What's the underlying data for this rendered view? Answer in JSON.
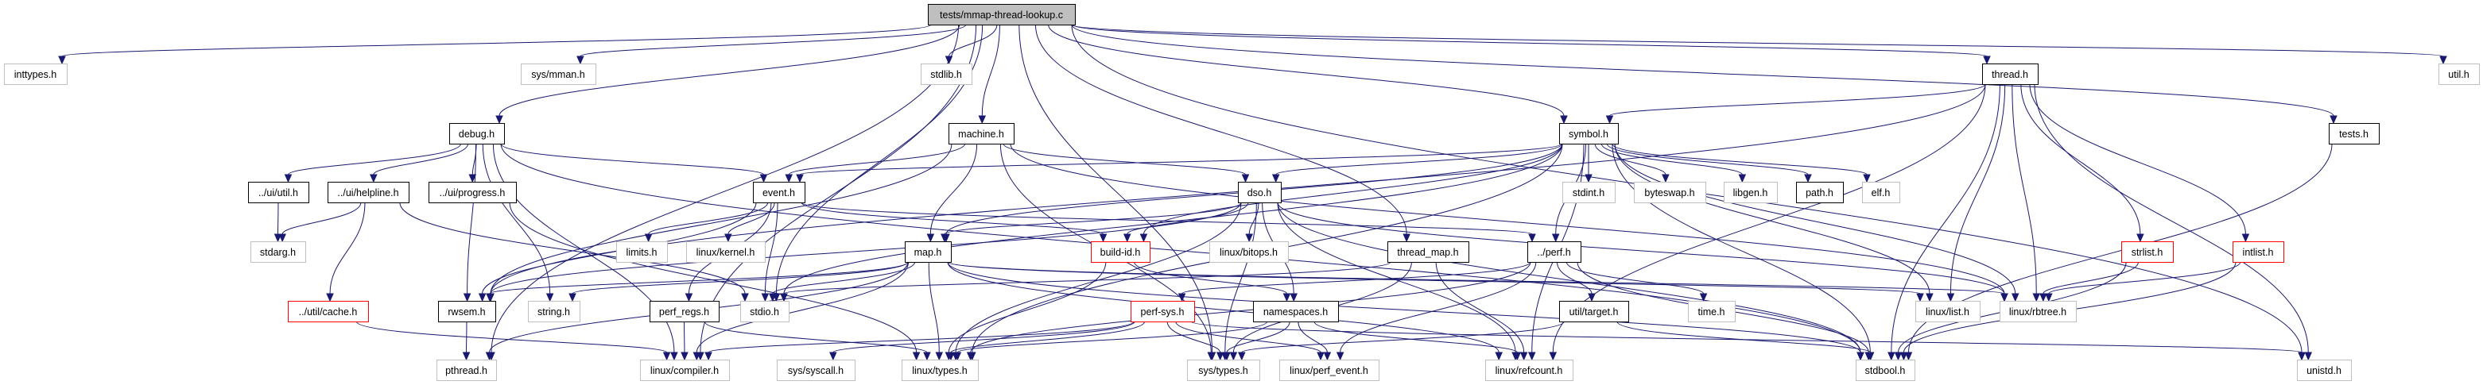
{
  "graph": {
    "title": "tests/mmap-thread-lookup.c",
    "type": "include-dependency-graph",
    "colors": {
      "edge": "#191970",
      "root_fill": "#bfbfbf",
      "root_border": "#000000",
      "documented_border": "#000000",
      "undocumented_border": "#bfbfbf",
      "truncated_border": "#ff0000",
      "node_fill": "#ffffff"
    },
    "nodes": [
      {
        "id": "root",
        "label": "tests/mmap-thread-lookup.c",
        "kind": "root"
      },
      {
        "id": "inttypes",
        "label": "inttypes.h",
        "kind": "system"
      },
      {
        "id": "sys_mman",
        "label": "sys/mman.h",
        "kind": "system"
      },
      {
        "id": "stdlib",
        "label": "stdlib.h",
        "kind": "system"
      },
      {
        "id": "thread",
        "label": "thread.h",
        "kind": "documented"
      },
      {
        "id": "util",
        "label": "util.h",
        "kind": "system"
      },
      {
        "id": "debug",
        "label": "debug.h",
        "kind": "documented"
      },
      {
        "id": "machine",
        "label": "machine.h",
        "kind": "documented"
      },
      {
        "id": "symbol",
        "label": "symbol.h",
        "kind": "documented"
      },
      {
        "id": "tests",
        "label": "tests.h",
        "kind": "documented"
      },
      {
        "id": "ui_util",
        "label": "../ui/util.h",
        "kind": "documented"
      },
      {
        "id": "ui_helpline",
        "label": "../ui/helpline.h",
        "kind": "documented"
      },
      {
        "id": "ui_progress",
        "label": "../ui/progress.h",
        "kind": "documented"
      },
      {
        "id": "event",
        "label": "event.h",
        "kind": "documented"
      },
      {
        "id": "dso",
        "label": "dso.h",
        "kind": "documented"
      },
      {
        "id": "stdint",
        "label": "stdint.h",
        "kind": "system"
      },
      {
        "id": "byteswap",
        "label": "byteswap.h",
        "kind": "system"
      },
      {
        "id": "libgen",
        "label": "libgen.h",
        "kind": "system"
      },
      {
        "id": "path",
        "label": "path.h",
        "kind": "documented"
      },
      {
        "id": "elf",
        "label": "elf.h",
        "kind": "system"
      },
      {
        "id": "stdarg",
        "label": "stdarg.h",
        "kind": "system"
      },
      {
        "id": "limits",
        "label": "limits.h",
        "kind": "system"
      },
      {
        "id": "linux_kernel",
        "label": "linux/kernel.h",
        "kind": "system"
      },
      {
        "id": "map",
        "label": "map.h",
        "kind": "documented"
      },
      {
        "id": "build_id",
        "label": "build-id.h",
        "kind": "truncated"
      },
      {
        "id": "linux_bitops",
        "label": "linux/bitops.h",
        "kind": "system"
      },
      {
        "id": "thread_map",
        "label": "thread_map.h",
        "kind": "documented"
      },
      {
        "id": "perf",
        "label": "../perf.h",
        "kind": "documented"
      },
      {
        "id": "util_cache",
        "label": "../util/cache.h",
        "kind": "truncated"
      },
      {
        "id": "rwsem",
        "label": "rwsem.h",
        "kind": "documented"
      },
      {
        "id": "string",
        "label": "string.h",
        "kind": "system"
      },
      {
        "id": "perf_regs",
        "label": "perf_regs.h",
        "kind": "documented"
      },
      {
        "id": "stdio",
        "label": "stdio.h",
        "kind": "system"
      },
      {
        "id": "perf_sys",
        "label": "perf-sys.h",
        "kind": "truncated"
      },
      {
        "id": "namespaces",
        "label": "namespaces.h",
        "kind": "documented"
      },
      {
        "id": "util_target",
        "label": "util/target.h",
        "kind": "documented"
      },
      {
        "id": "time",
        "label": "time.h",
        "kind": "system"
      },
      {
        "id": "linux_list",
        "label": "linux/list.h",
        "kind": "system"
      },
      {
        "id": "linux_rbtree",
        "label": "linux/rbtree.h",
        "kind": "system"
      },
      {
        "id": "strlist",
        "label": "strlist.h",
        "kind": "truncated"
      },
      {
        "id": "intlist",
        "label": "intlist.h",
        "kind": "truncated"
      },
      {
        "id": "pthread",
        "label": "pthread.h",
        "kind": "system"
      },
      {
        "id": "linux_compiler",
        "label": "linux/compiler.h",
        "kind": "system"
      },
      {
        "id": "sys_syscall",
        "label": "sys/syscall.h",
        "kind": "system"
      },
      {
        "id": "linux_types",
        "label": "linux/types.h",
        "kind": "system"
      },
      {
        "id": "sys_types",
        "label": "sys/types.h",
        "kind": "system"
      },
      {
        "id": "linux_perf_event",
        "label": "linux/perf_event.h",
        "kind": "system"
      },
      {
        "id": "linux_refcount",
        "label": "linux/refcount.h",
        "kind": "system"
      },
      {
        "id": "stdbool",
        "label": "stdbool.h",
        "kind": "system"
      },
      {
        "id": "unistd",
        "label": "unistd.h",
        "kind": "system"
      }
    ],
    "edges": [
      [
        "root",
        "inttypes"
      ],
      [
        "root",
        "sys_mman"
      ],
      [
        "root",
        "stdlib"
      ],
      [
        "root",
        "thread"
      ],
      [
        "root",
        "util"
      ],
      [
        "root",
        "debug"
      ],
      [
        "root",
        "machine"
      ],
      [
        "root",
        "symbol"
      ],
      [
        "root",
        "tests"
      ],
      [
        "root",
        "thread_map"
      ],
      [
        "root",
        "unistd"
      ],
      [
        "root",
        "pthread"
      ],
      [
        "root",
        "linux_compiler"
      ],
      [
        "root",
        "stdio"
      ],
      [
        "root",
        "sys_types"
      ],
      [
        "thread",
        "symbol"
      ],
      [
        "thread",
        "rwsem"
      ],
      [
        "thread",
        "linux_list"
      ],
      [
        "thread",
        "linux_rbtree"
      ],
      [
        "thread",
        "strlist"
      ],
      [
        "thread",
        "intlist"
      ],
      [
        "thread",
        "unistd"
      ],
      [
        "thread",
        "linux_refcount"
      ],
      [
        "thread",
        "stdbool"
      ],
      [
        "debug",
        "ui_util"
      ],
      [
        "debug",
        "ui_helpline"
      ],
      [
        "debug",
        "ui_progress"
      ],
      [
        "debug",
        "event"
      ],
      [
        "debug",
        "string"
      ],
      [
        "debug",
        "stdbool"
      ],
      [
        "debug",
        "linux_compiler"
      ],
      [
        "debug",
        "rwsem"
      ],
      [
        "machine",
        "event"
      ],
      [
        "machine",
        "dso"
      ],
      [
        "machine",
        "map"
      ],
      [
        "machine",
        "rwsem"
      ],
      [
        "machine",
        "sys_types"
      ],
      [
        "machine",
        "linux_rbtree"
      ],
      [
        "symbol",
        "event"
      ],
      [
        "symbol",
        "dso"
      ],
      [
        "symbol",
        "map"
      ],
      [
        "symbol",
        "build_id"
      ],
      [
        "symbol",
        "perf"
      ],
      [
        "symbol",
        "stdint"
      ],
      [
        "symbol",
        "byteswap"
      ],
      [
        "symbol",
        "libgen"
      ],
      [
        "symbol",
        "path"
      ],
      [
        "symbol",
        "elf"
      ],
      [
        "symbol",
        "linux_list"
      ],
      [
        "symbol",
        "linux_rbtree"
      ],
      [
        "symbol",
        "linux_types"
      ],
      [
        "symbol",
        "stdio"
      ],
      [
        "symbol",
        "stdbool"
      ],
      [
        "symbol",
        "linux_refcount"
      ],
      [
        "tests",
        "stdbool"
      ],
      [
        "ui_util",
        "stdarg"
      ],
      [
        "ui_helpline",
        "stdarg"
      ],
      [
        "ui_helpline",
        "util_cache"
      ],
      [
        "ui_helpline",
        "stdio"
      ],
      [
        "ui_progress",
        "linux_types"
      ],
      [
        "event",
        "limits"
      ],
      [
        "event",
        "linux_kernel"
      ],
      [
        "event",
        "stdio"
      ],
      [
        "event",
        "build_id"
      ],
      [
        "event",
        "perf"
      ],
      [
        "event",
        "perf_regs"
      ],
      [
        "event",
        "rwsem"
      ],
      [
        "dso",
        "map"
      ],
      [
        "dso",
        "build_id"
      ],
      [
        "dso",
        "linux_bitops"
      ],
      [
        "dso",
        "namespaces"
      ],
      [
        "dso",
        "linux_types"
      ],
      [
        "dso",
        "sys_types"
      ],
      [
        "dso",
        "stdbool"
      ],
      [
        "dso",
        "linux_refcount"
      ],
      [
        "dso",
        "linux_rbtree"
      ],
      [
        "dso",
        "rwsem"
      ],
      [
        "map",
        "rwsem"
      ],
      [
        "map",
        "string"
      ],
      [
        "map",
        "stdio"
      ],
      [
        "map",
        "linux_types"
      ],
      [
        "map",
        "linux_compiler"
      ],
      [
        "map",
        "linux_list"
      ],
      [
        "map",
        "linux_rbtree"
      ],
      [
        "map",
        "stdbool"
      ],
      [
        "map",
        "linux_refcount"
      ],
      [
        "map",
        "pthread"
      ],
      [
        "build_id",
        "linux_types"
      ],
      [
        "build_id",
        "namespaces"
      ],
      [
        "thread_map",
        "sys_types"
      ],
      [
        "thread_map",
        "stdio"
      ],
      [
        "thread_map",
        "linux_refcount"
      ],
      [
        "perf",
        "time"
      ],
      [
        "perf",
        "stdbool"
      ],
      [
        "perf",
        "linux_types"
      ],
      [
        "perf",
        "linux_perf_event"
      ],
      [
        "perf",
        "perf_sys"
      ],
      [
        "perf",
        "util_target"
      ],
      [
        "util_cache",
        "linux_compiler"
      ],
      [
        "rwsem",
        "pthread"
      ],
      [
        "perf_regs",
        "linux_types"
      ],
      [
        "perf_regs",
        "linux_compiler"
      ],
      [
        "perf_sys",
        "unistd"
      ],
      [
        "perf_sys",
        "sys_types"
      ],
      [
        "perf_sys",
        "sys_syscall"
      ],
      [
        "perf_sys",
        "linux_types"
      ],
      [
        "perf_sys",
        "linux_compiler"
      ],
      [
        "perf_sys",
        "linux_perf_event"
      ],
      [
        "namespaces",
        "sys_types"
      ],
      [
        "namespaces",
        "linux_perf_event"
      ],
      [
        "namespaces",
        "linux_refcount"
      ],
      [
        "namespaces",
        "linux_types"
      ],
      [
        "util_target",
        "stdbool"
      ],
      [
        "util_target",
        "sys_types"
      ],
      [
        "strlist",
        "linux_rbtree"
      ],
      [
        "strlist",
        "stdbool"
      ],
      [
        "intlist",
        "linux_rbtree"
      ],
      [
        "intlist",
        "stdbool"
      ]
    ]
  }
}
